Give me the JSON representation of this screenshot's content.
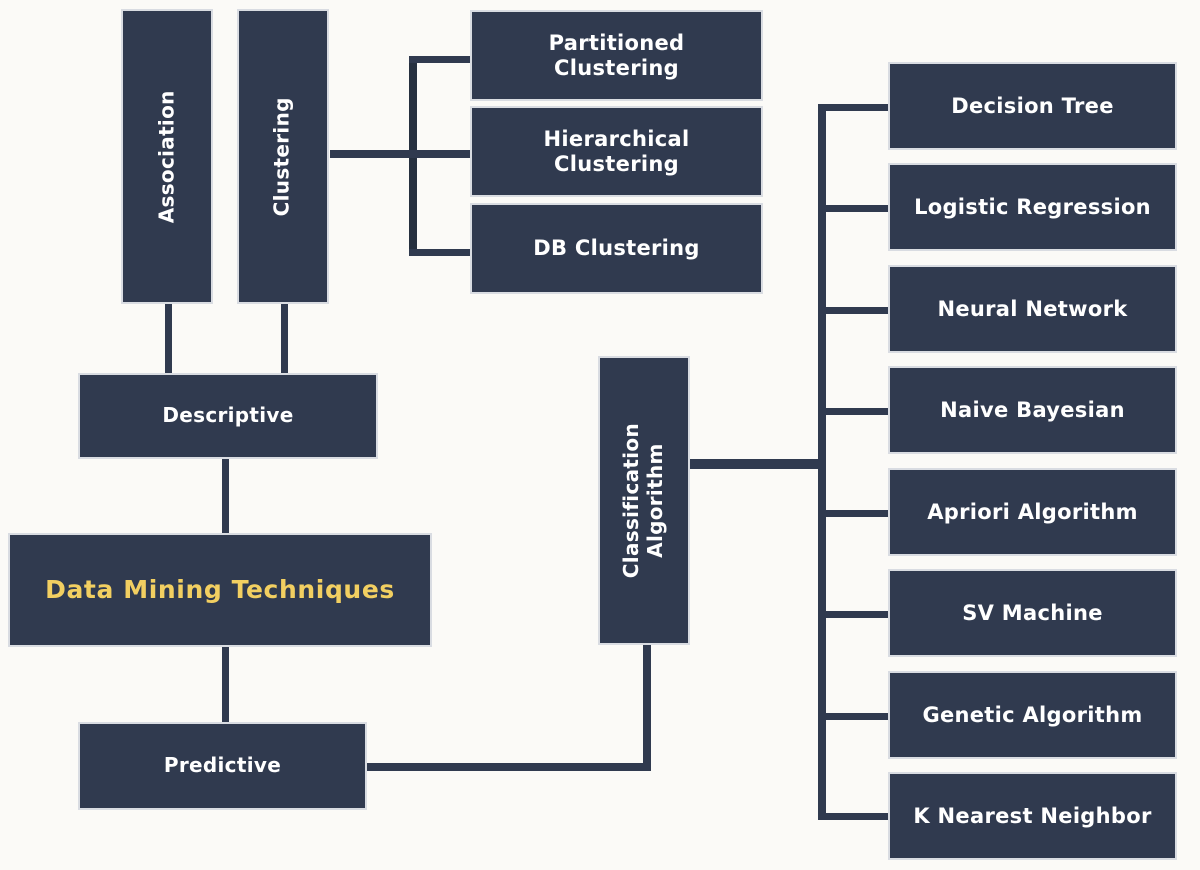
{
  "diagram": {
    "title": "Data Mining Techniques",
    "colors": {
      "box_fill": "#303a4f",
      "box_border": "#d9dce2",
      "background": "#fbfaf7",
      "text": "#ffffff",
      "root_text": "#f2cf61",
      "connector": "#303a4f"
    },
    "root": {
      "label": "Data Mining Techniques"
    },
    "branches": {
      "descriptive": {
        "label": "Descriptive"
      },
      "predictive": {
        "label": "Predictive"
      }
    },
    "descriptive_children": [
      {
        "label": "Association"
      },
      {
        "label": "Clustering"
      }
    ],
    "clustering_children": [
      {
        "label": "Partitioned\nClustering"
      },
      {
        "label": "Hierarchical\nClustering"
      },
      {
        "label": "DB Clustering"
      }
    ],
    "predictive_children": [
      {
        "label": "Classification\nAlgorithm"
      }
    ],
    "classification_children": [
      {
        "label": "Decision Tree"
      },
      {
        "label": "Logistic Regression"
      },
      {
        "label": "Neural Network"
      },
      {
        "label": "Naive Bayesian"
      },
      {
        "label": "Apriori Algorithm"
      },
      {
        "label": "SV Machine"
      },
      {
        "label": "Genetic Algorithm"
      },
      {
        "label": "K Nearest Neighbor"
      }
    ]
  }
}
